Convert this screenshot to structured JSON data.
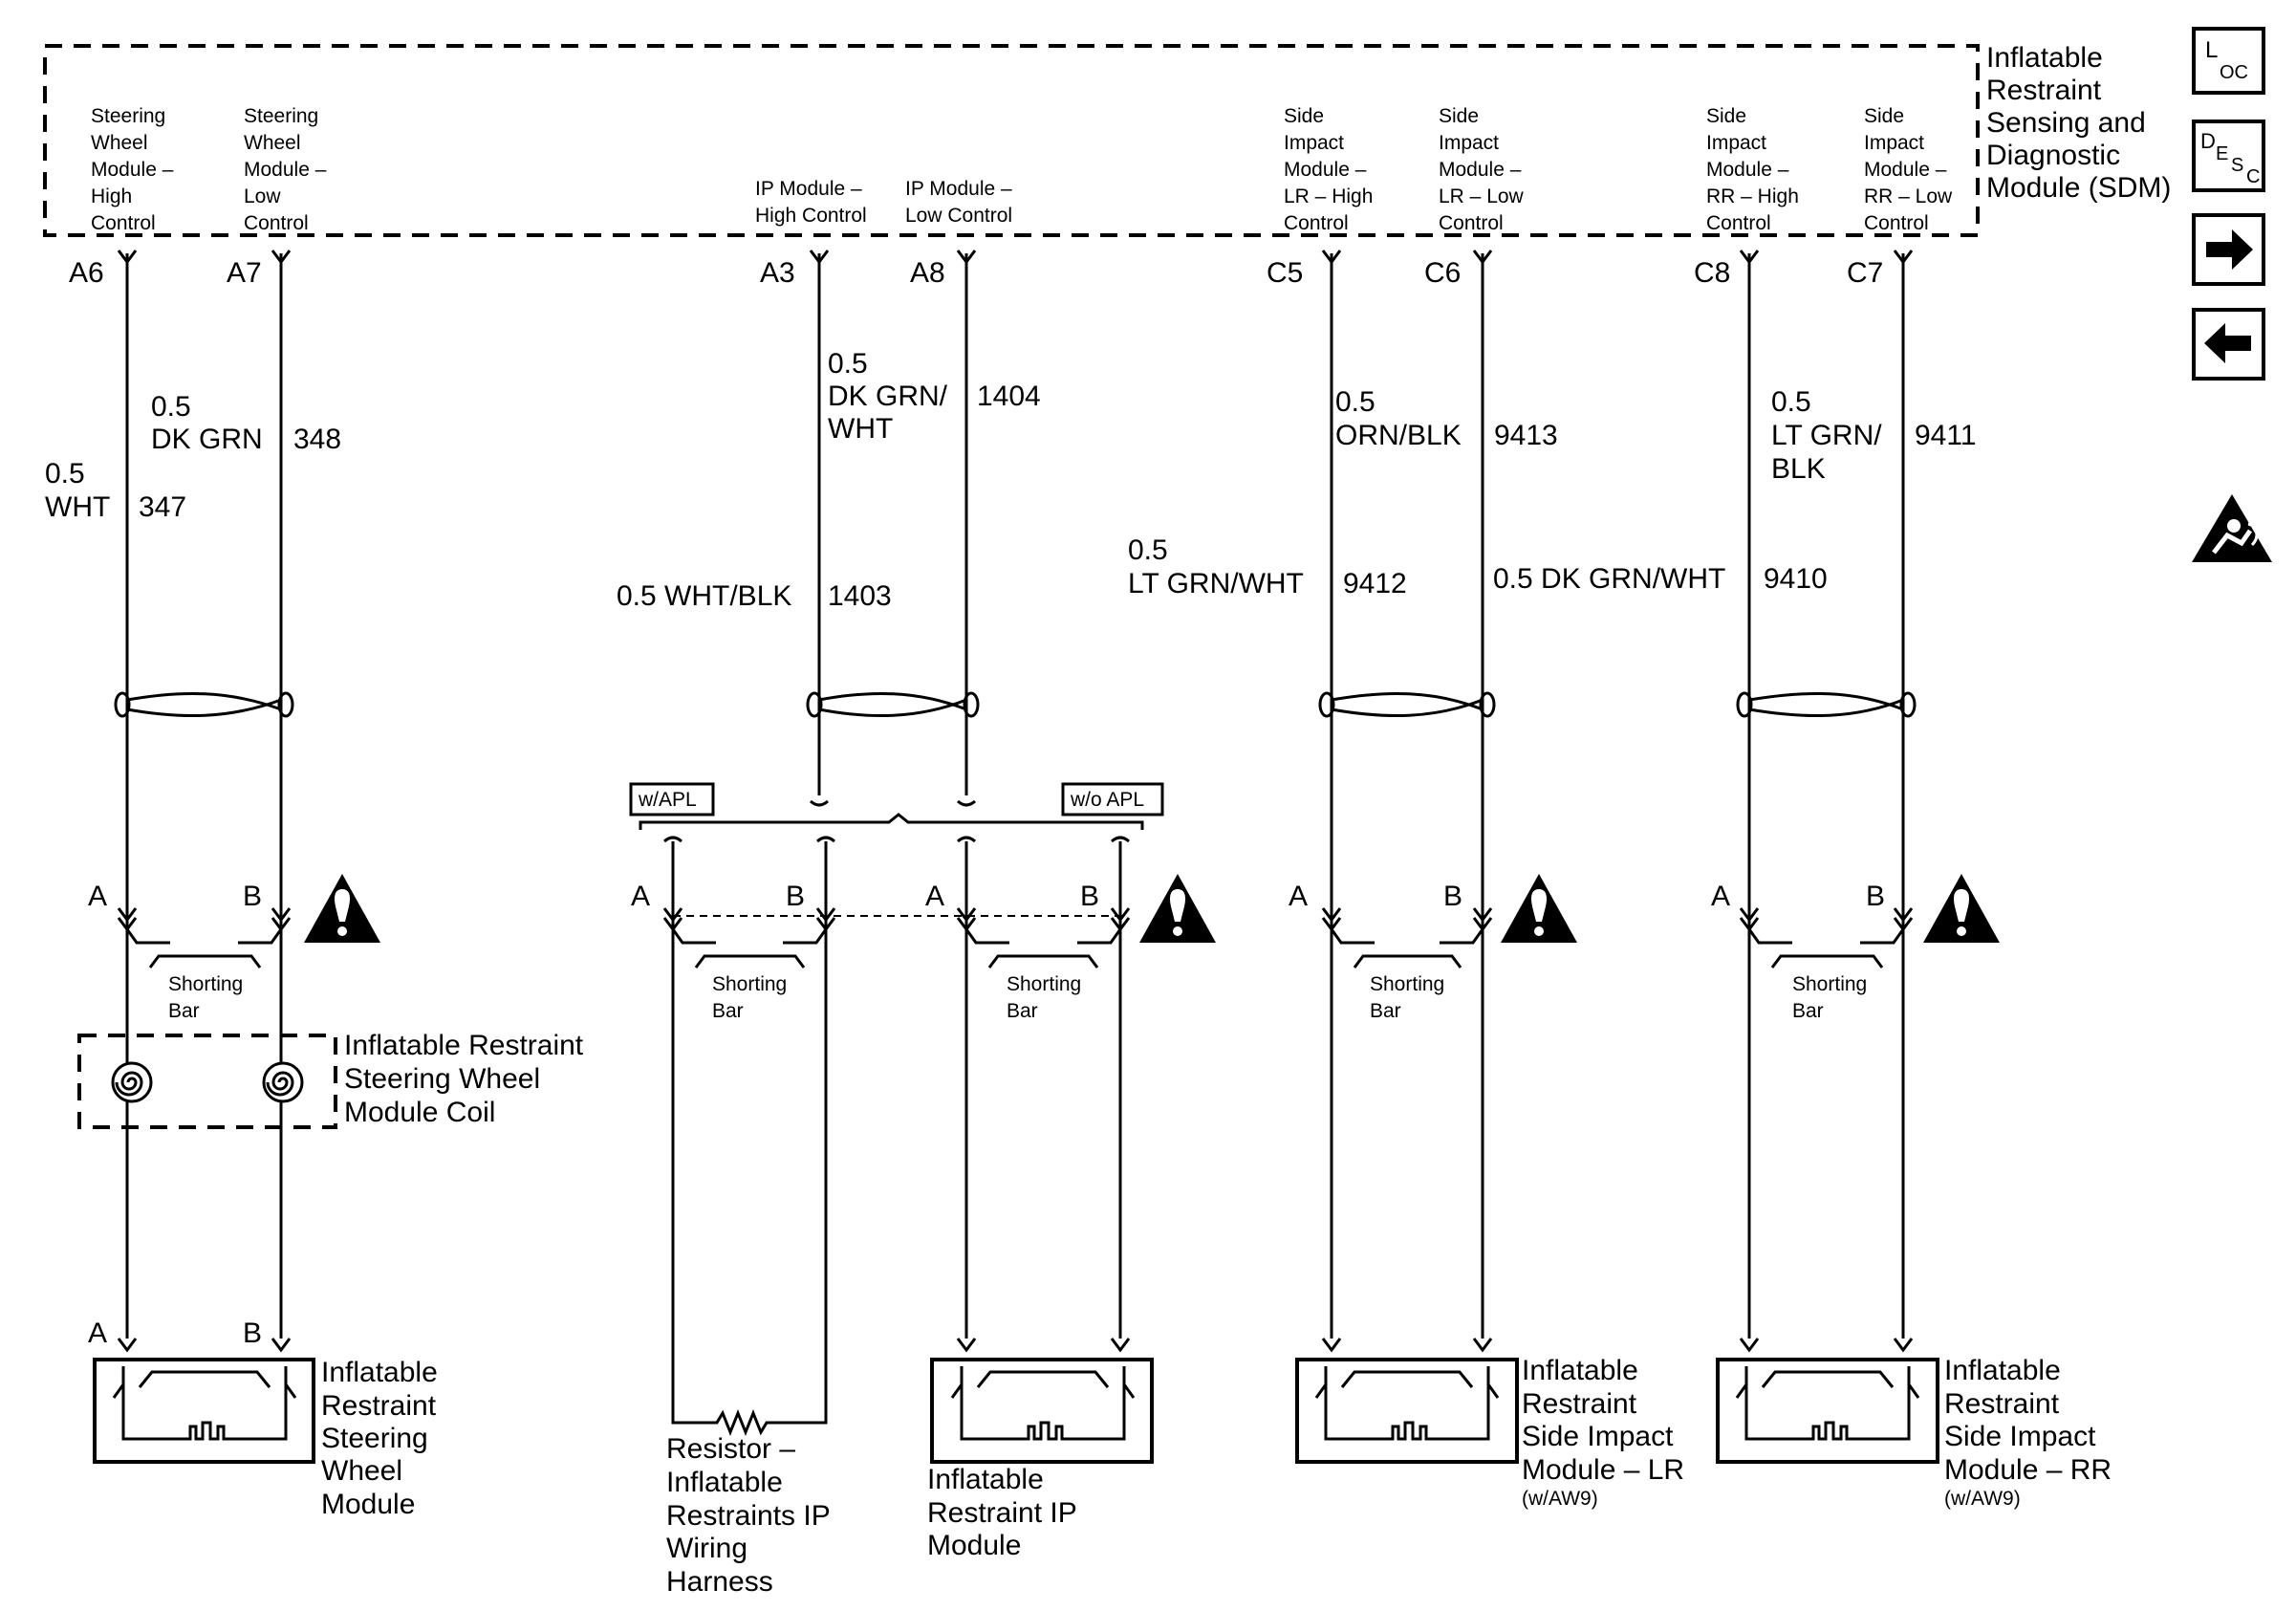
{
  "sdm": {
    "title": [
      "Inflatable",
      "Restraint",
      "Sensing and",
      "Diagnostic",
      "Module (SDM)"
    ],
    "pins": [
      {
        "label": [
          "Steering",
          "Wheel",
          "Module –",
          "High",
          "Control"
        ],
        "pin": "A6"
      },
      {
        "label": [
          "Steering",
          "Wheel",
          "Module –",
          "Low",
          "Control"
        ],
        "pin": "A7"
      },
      {
        "label": [
          "IP Module –",
          "High Control"
        ],
        "pin": "A3"
      },
      {
        "label": [
          "IP Module –",
          "Low Control"
        ],
        "pin": "A8"
      },
      {
        "label": [
          "Side",
          "Impact",
          "Module –",
          "LR – High",
          "Control"
        ],
        "pin": "C5"
      },
      {
        "label": [
          "Side",
          "Impact",
          "Module –",
          "LR – Low",
          "Control"
        ],
        "pin": "C6"
      },
      {
        "label": [
          "Side",
          "Impact",
          "Module –",
          "RR – High",
          "Control"
        ],
        "pin": "C8"
      },
      {
        "label": [
          "Side",
          "Impact",
          "Module –",
          "RR – Low",
          "Control"
        ],
        "pin": "C7"
      }
    ]
  },
  "wires": {
    "w347": {
      "gauge": "0.5",
      "color": "WHT",
      "circuit": "347"
    },
    "w348": {
      "gauge": "0.5",
      "color": "DK GRN",
      "circuit": "348"
    },
    "w1403": {
      "label": "0.5 WHT/BLK",
      "circuit": "1403"
    },
    "w1404": {
      "gauge": "0.5",
      "color": [
        "DK GRN/",
        "WHT"
      ],
      "circuit": "1404"
    },
    "w9412": {
      "gauge": "0.5",
      "color": "LT GRN/WHT",
      "circuit": "9412"
    },
    "w9413": {
      "gauge": "0.5",
      "color": "ORN/BLK",
      "circuit": "9413"
    },
    "w9410": {
      "label": "0.5 DK GRN/WHT",
      "circuit": "9410"
    },
    "w9411": {
      "gauge": "0.5",
      "color": [
        "LT GRN/",
        "BLK"
      ],
      "circuit": "9411"
    }
  },
  "options": {
    "w_apl": "w/APL",
    "wo_apl": "w/o APL"
  },
  "connector": {
    "pin_a": "A",
    "pin_b": "B",
    "shorting_bar": [
      "Shorting",
      "Bar"
    ]
  },
  "components": {
    "coil": [
      "Inflatable Restraint",
      "Steering Wheel",
      "Module Coil"
    ],
    "steering_module": [
      "Inflatable",
      "Restraint",
      "Steering",
      "Wheel",
      "Module"
    ],
    "resistor": [
      "Resistor –",
      "Inflatable",
      "Restraints IP",
      "Wiring",
      "Harness"
    ],
    "ip_module": [
      "Inflatable",
      "Restraint IP",
      "Module"
    ],
    "side_lr": [
      "Inflatable",
      "Restraint",
      "Side Impact",
      "Module – LR"
    ],
    "side_lr_note": "(w/AW9)",
    "side_rr": [
      "Inflatable",
      "Restraint",
      "Side Impact",
      "Module – RR"
    ],
    "side_rr_note": "(w/AW9)"
  },
  "nav": {
    "loc": {
      "big": "L",
      "small": "OC"
    },
    "desc": {
      "big": "D",
      "small1": "E",
      "small2": "S",
      "small3": "C"
    },
    "next_icon": "arrow-right-icon",
    "prev_icon": "arrow-left-icon",
    "airbag_icon": "airbag-warning-icon"
  }
}
